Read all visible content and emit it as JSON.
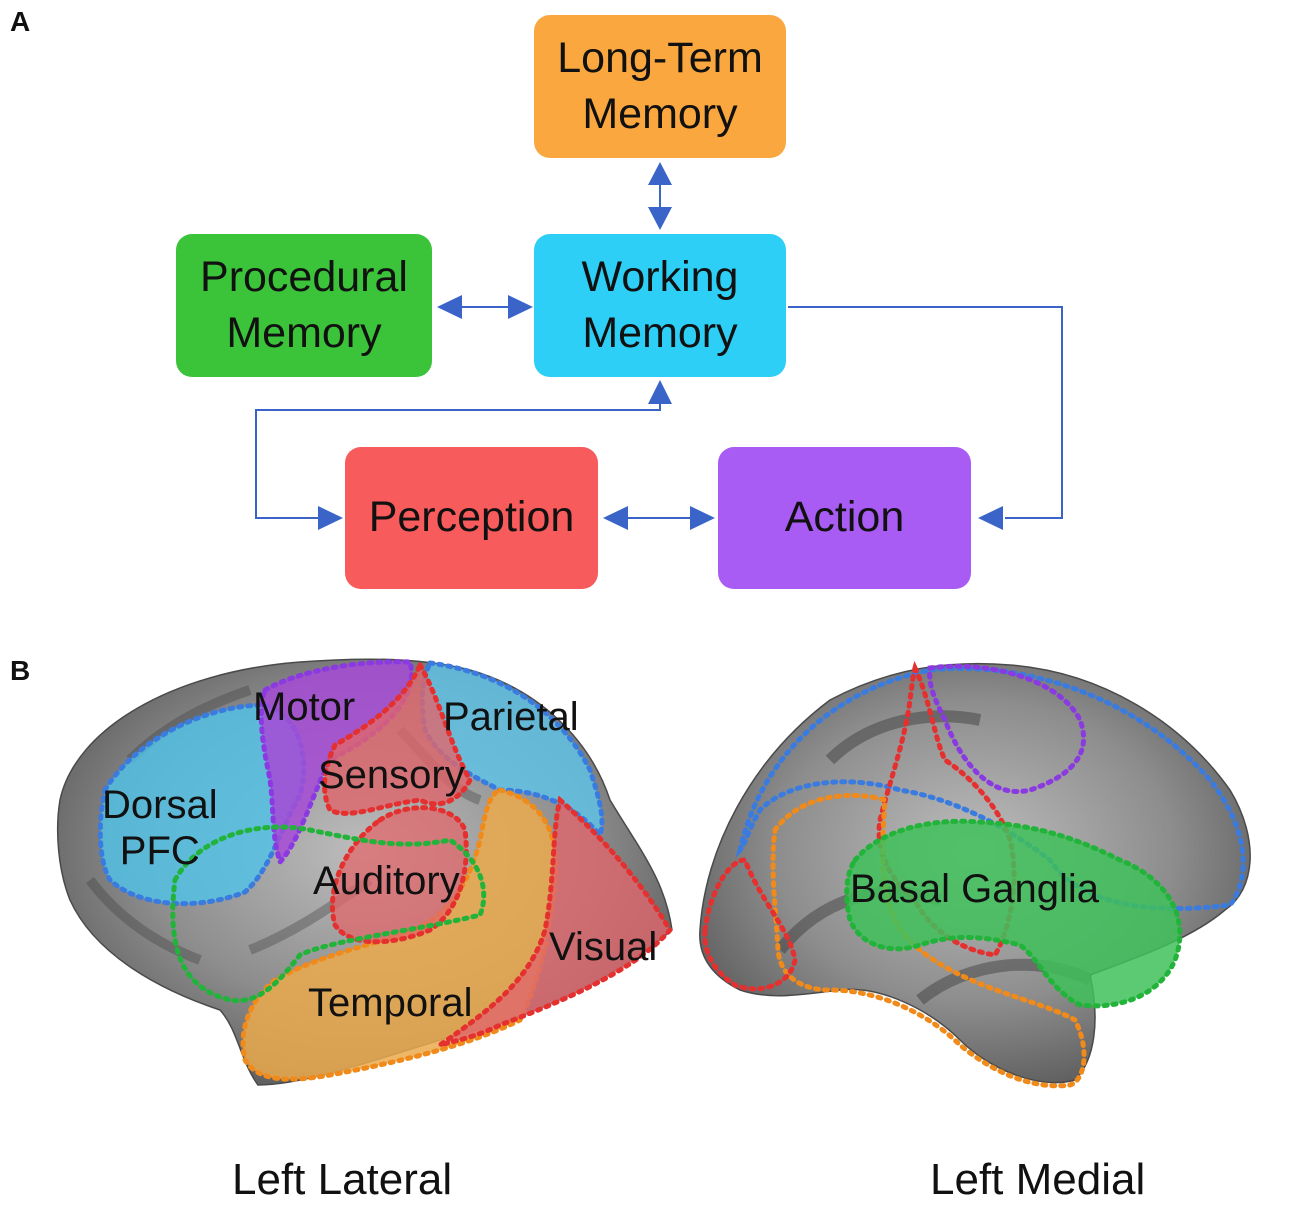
{
  "panel_a": {
    "letter": "A",
    "boxes": {
      "long_term_memory": {
        "line1": "Long-Term",
        "line2": "Memory",
        "color": "#F9A73E"
      },
      "procedural_memory": {
        "line1": "Procedural",
        "line2": "Memory",
        "color": "#3BC43A"
      },
      "working_memory": {
        "line1": "Working",
        "line2": "Memory",
        "color": "#2ECFF6"
      },
      "perception": {
        "label": "Perception",
        "color": "#F75B5B"
      },
      "action": {
        "label": "Action",
        "color": "#A95CF4"
      }
    },
    "arrow_color": "#3A64C8"
  },
  "panel_b": {
    "letter": "B",
    "lateral_regions": {
      "motor": "Motor",
      "parietal": "Parietal",
      "sensory": "Sensory",
      "dorsal_pfc_line1": "Dorsal",
      "dorsal_pfc_line2": "PFC",
      "auditory": "Auditory",
      "visual": "Visual",
      "temporal": "Temporal"
    },
    "medial_regions": {
      "basal_ganglia": "Basal Ganglia"
    },
    "captions": {
      "left_lateral": "Left Lateral",
      "left_medial": "Left Medial"
    },
    "region_colors": {
      "dorsal_pfc": "#4FC3E8",
      "motor": "#A64AD6",
      "sensory": "#E0676B",
      "parietal": "#5CC6EA",
      "temporal": "#EBAA4E",
      "auditory": "#E0676B",
      "visual": "#E0676B",
      "basal_ganglia": "#3FBF5A"
    }
  }
}
